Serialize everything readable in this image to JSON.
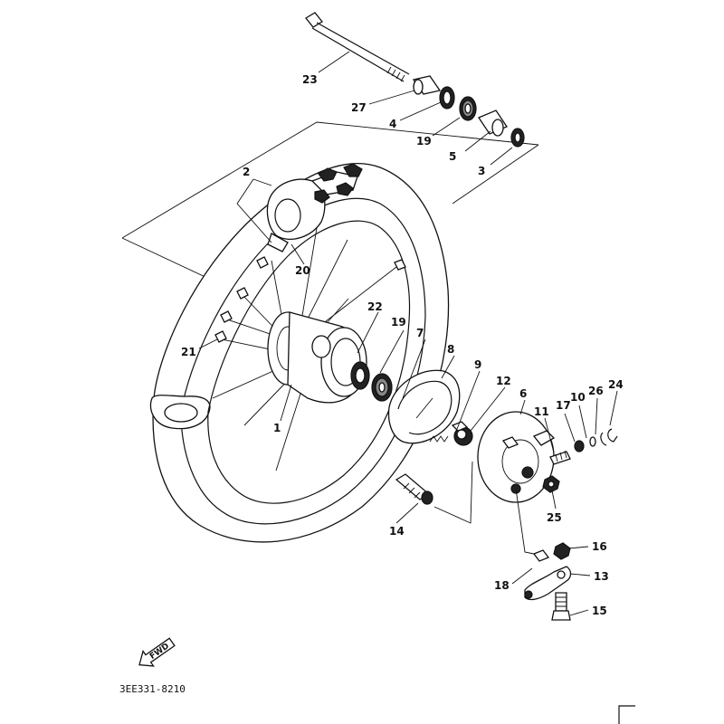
{
  "diagram": {
    "catalog_code": "3EE331-8210",
    "fwd_label": "FWD",
    "part_labels": {
      "p1": "1",
      "p2": "2",
      "p3": "3",
      "p4": "4",
      "p5": "5",
      "p6": "6",
      "p7": "7",
      "p8": "8",
      "p9": "9",
      "p10": "10",
      "p11": "11",
      "p12": "12",
      "p13": "13",
      "p14": "14",
      "p15": "15",
      "p16": "16",
      "p17": "17",
      "p18": "18",
      "p19a": "19",
      "p19b": "19",
      "p20": "20",
      "p21": "21",
      "p22": "22",
      "p23": "23",
      "p24": "24",
      "p25": "25",
      "p26": "26",
      "p27": "27"
    }
  }
}
